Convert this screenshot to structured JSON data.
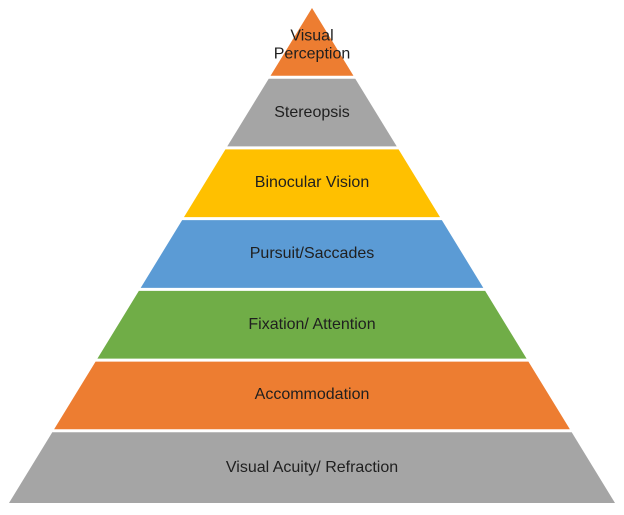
{
  "pyramid": {
    "background": "#FFFFFF",
    "text_color": "#1F1F1F",
    "levels": [
      {
        "label": "Visual Perception",
        "color": "#ED7D31"
      },
      {
        "label": "Stereopsis",
        "color": "#A5A5A5"
      },
      {
        "label": "Binocular Vision",
        "color": "#FFC000"
      },
      {
        "label": "Pursuit/Saccades",
        "color": "#5B9BD5"
      },
      {
        "label": "Fixation/ Attention",
        "color": "#70AD47"
      },
      {
        "label": "Accommodation",
        "color": "#ED7D31"
      },
      {
        "label": "Visual Acuity/ Refraction",
        "color": "#A5A5A5"
      }
    ]
  }
}
